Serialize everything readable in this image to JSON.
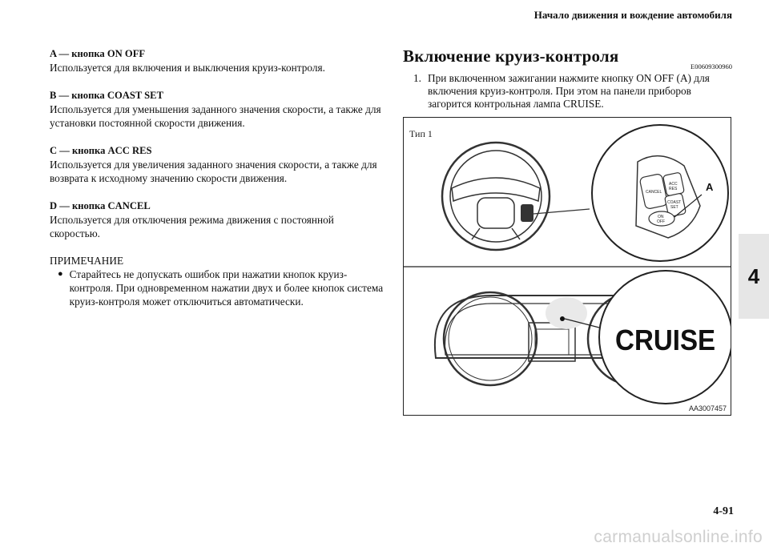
{
  "header": {
    "chapter": "Начало движения и вождение автомобиля"
  },
  "left": {
    "items": [
      {
        "term": "A — кнопка ON OFF",
        "desc": "Используется для включения и выключения круиз-контроля."
      },
      {
        "term": "B — кнопка COAST SET",
        "desc": "Используется для уменьшения заданного значения скорости, а также для установки постоянной скорости движения."
      },
      {
        "term": "C — кнопка ACC RES",
        "desc": "Используется для увеличения заданного значения скорости, а также для возврата к исходному значению скорости движения."
      },
      {
        "term": "D — кнопка CANCEL",
        "desc": "Используется для отключения режима движения с постоянной скоростью."
      }
    ],
    "note_heading": "ПРИМЕЧАНИЕ",
    "note_bullet": "Старайтесь не допускать ошибок при нажатии кнопок круиз-контроля. При одновременном нажатии двух и более кнопок система круиз-контроля может отключиться автоматически."
  },
  "right": {
    "title": "Включение круиз-контроля",
    "code": "E00609300960",
    "step_number": "1.",
    "step_text": "При включенном зажигании нажмите кнопку ON OFF (A) для включения круиз-контроля. При этом на панели приборов загорится контрольная лампа CRUISE."
  },
  "figure": {
    "type_label": "Тип 1",
    "callout_letter": "A",
    "btn_cancel": "CANCEL",
    "btn_acc": "ACC",
    "btn_res": "RES",
    "btn_coast": "COAST",
    "btn_set": "SET",
    "btn_on": "ON",
    "btn_off": "OFF",
    "cruise_label": "CRUISE",
    "figure_code": "AA3007457"
  },
  "side_tab": "4",
  "page_number": "4-91",
  "watermark": "carmanualsonline.info"
}
